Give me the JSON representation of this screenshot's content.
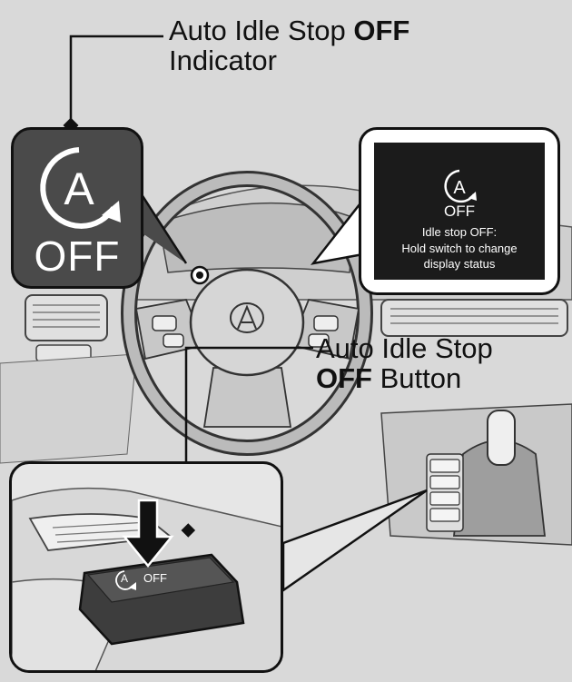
{
  "indicator_callout": {
    "line1_prefix": "Auto Idle Stop ",
    "line1_bold": "OFF",
    "line2": "Indicator"
  },
  "button_callout": {
    "line1": "Auto Idle Stop",
    "line2_bold": "OFF",
    "line2_suffix": " Button"
  },
  "indicator_tile": {
    "icon": "auto-idle-stop-icon",
    "icon_letter": "A",
    "label": "OFF"
  },
  "display": {
    "icon": "auto-idle-stop-icon",
    "icon_letter": "A",
    "off_label": "OFF",
    "message_line1": "Idle stop OFF:",
    "message_line2": "Hold switch to change",
    "message_line3": "display status"
  },
  "button_inset": {
    "icon": "auto-idle-stop-icon",
    "icon_letter": "A",
    "label": "OFF",
    "arrow": "press-down-arrow"
  },
  "colors": {
    "background": "#d9d9d9",
    "tile": "#4a4a4a",
    "screen": "#1b1b1b",
    "line": "#111111"
  }
}
